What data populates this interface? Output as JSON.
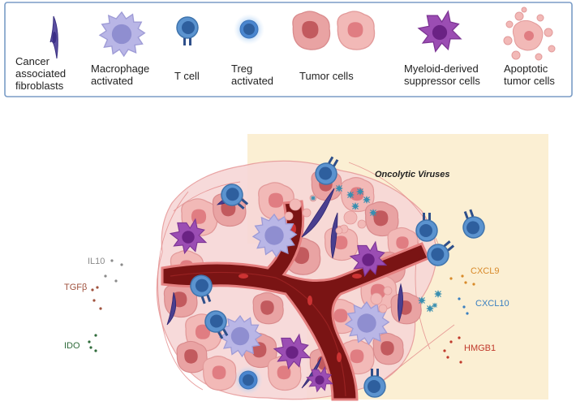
{
  "legend": {
    "items": [
      {
        "id": "caf",
        "lines": [
          "Cancer",
          "associated",
          "fibroblasts"
        ]
      },
      {
        "id": "macrophage",
        "lines": [
          "Macrophage",
          "activated"
        ]
      },
      {
        "id": "tcell",
        "lines": [
          "T cell"
        ]
      },
      {
        "id": "treg",
        "lines": [
          "Treg",
          "activated"
        ]
      },
      {
        "id": "tumor",
        "lines": [
          "Tumor cells"
        ]
      },
      {
        "id": "mdsc",
        "lines": [
          "Myeloid-derived",
          "suppressor cells"
        ]
      },
      {
        "id": "apoptotic",
        "lines": [
          "Apoptotic",
          "tumor cells"
        ]
      }
    ]
  },
  "diagram": {
    "virus_label": "Oncolytic Viruses",
    "left_factors": [
      {
        "label": "IL10",
        "color": "#8a8a8a"
      },
      {
        "label": "TGFβ",
        "color": "#a0523d"
      },
      {
        "label": "IDO",
        "color": "#2f6b3a"
      }
    ],
    "right_factors": [
      {
        "label": "CXCL9",
        "color": "#d88a2a"
      },
      {
        "label": "CXCL10",
        "color": "#3a7fc0"
      },
      {
        "label": "HMGB1",
        "color": "#c0392b"
      }
    ]
  },
  "colors": {
    "legend_border": "#7a9cc6",
    "virus_zone": "#fbefd3",
    "vessel": "#7a1414",
    "vessel_edge": "#e47f7f",
    "tumor": "#e9a3a3",
    "tumor_nucleus": "#c25a5e",
    "tcell": "#5b93cf",
    "macrophage": "#b9b6e6",
    "mdsc": "#8c3fa0",
    "fibroblast": "#4a3f8f",
    "virus": "#3a8fb0"
  }
}
